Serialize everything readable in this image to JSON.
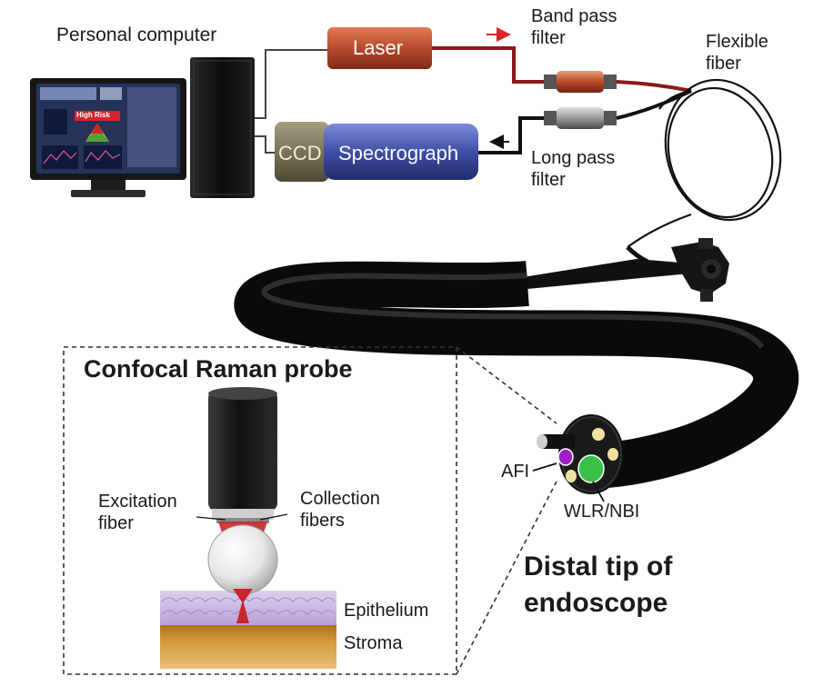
{
  "labels": {
    "personal_computer": "Personal computer",
    "laser": "Laser",
    "band_pass_filter": "Band pass filter",
    "flexible_fiber": "Flexible fiber",
    "ccd": "CCD",
    "spectrograph": "Spectrograph",
    "long_pass_filter": "Long pass filter",
    "screen_badge": "High Risk",
    "probe_title": "Confocal Raman probe",
    "excitation_fiber": "Excitation fiber",
    "collection_fibers": "Collection fibers",
    "epithelium": "Epithelium",
    "stroma": "Stroma",
    "afi": "AFI",
    "wlr_nbi": "WLR/NBI",
    "distal_tip": "Distal tip of endoscope"
  },
  "colors": {
    "laser": "#b84a2c",
    "excitation_light": "#c8262a",
    "spectrograph": "#3f4fa6",
    "ccd": "#7a7458",
    "endoscope": "#151515",
    "afi_port": "#a020c8",
    "wlr_port": "#39c14a",
    "epithelium": "#c9b6e0",
    "stroma": "#c8902c",
    "screen_badge": "#d4242a"
  }
}
